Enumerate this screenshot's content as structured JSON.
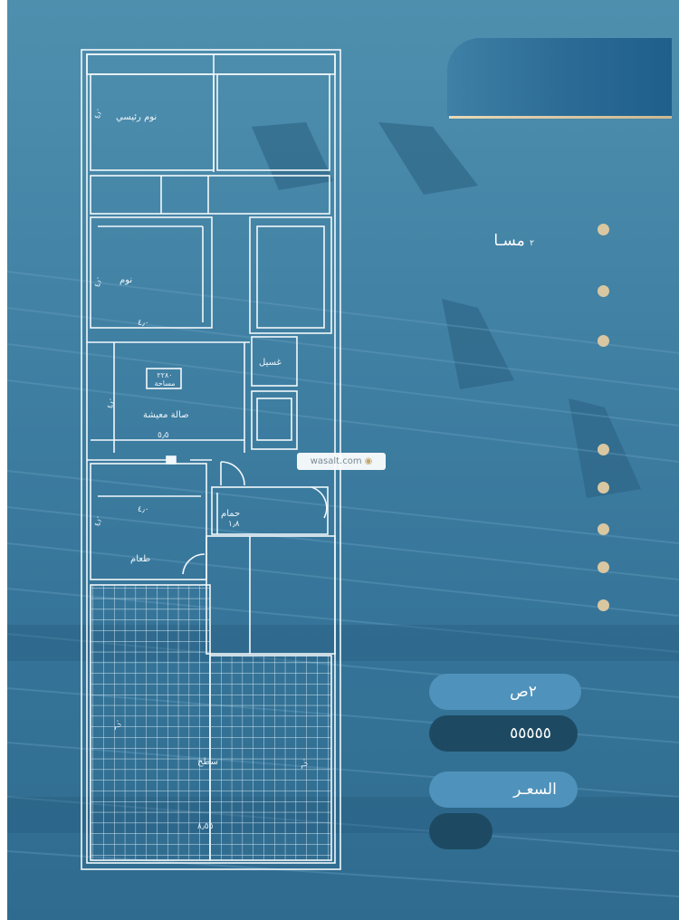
{
  "colors": {
    "accent_gold": "#d9c7a1",
    "pill_light": "#4f92bb",
    "pill_dark": "#1d4a62"
  },
  "plan": {
    "rooms": {
      "master_bedroom": "نوم رئيسي",
      "bedroom": "نوم",
      "laundry": "غسيل",
      "living_hall": "صالة معيشة",
      "living_area_box": "٢٢٨٠ مساحة",
      "bathroom": "حمام",
      "dining": "طعام",
      "roof": "سطح"
    },
    "dimensions": {
      "master_side": "٤٫٠",
      "bedroom_side": "٤٫٠",
      "bedroom_width": "٤٫٠",
      "living_side": "٤٫٠",
      "living_width": "٥٫٥",
      "dining_side": "٤٫٠",
      "dining_width": "٤٫٠",
      "bath_width": "١٫٨",
      "roof_left": "٦٫٠",
      "roof_right": "٦٫٠",
      "roof_width": "٨٫٥٥"
    }
  },
  "info": {
    "area_label": "مسـا",
    "area_unit_mark": "٢",
    "pill_1": "٢ص",
    "pill_2": "٥٥٥٥٥",
    "price_label": "السعـر",
    "pill_4": ""
  },
  "watermark": {
    "text": "wasalt.com",
    "icon": "location-pin-icon"
  }
}
